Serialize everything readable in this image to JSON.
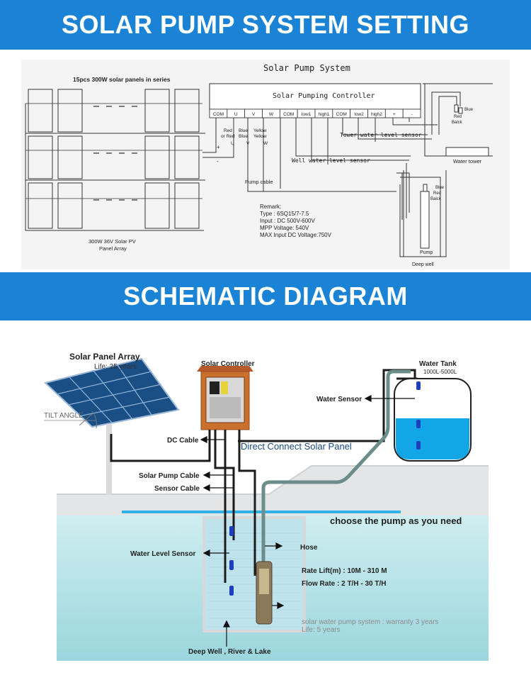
{
  "banners": {
    "top": "SOLAR PUMP SYSTEM SETTING",
    "middle": "SCHEMATIC DIAGRAM"
  },
  "wiring": {
    "title": "Solar Pump System",
    "panels_label": "15pcs 300W solar panels in series",
    "array_label_1": "300W 36V Solar PV",
    "array_label_2": "Panel Array",
    "controller": "Solar Pumping Controller",
    "terminals": [
      "COM",
      "U",
      "V",
      "W",
      "COM",
      "low1",
      "high1",
      "COM",
      "low2",
      "high2",
      "+",
      "-"
    ],
    "wire_labels": {
      "red": "Red",
      "or_red": "or Red",
      "blue": "Blue",
      "blue2": "Blue",
      "yellow": "Yellow",
      "yellow2": "Yellow",
      "u": "U",
      "v": "V",
      "w": "W",
      "plus": "+",
      "minus": "-"
    },
    "tower_sensor": "Tower water level sensor",
    "well_sensor": "Well water level sensor",
    "pump_cable": "Pump cable",
    "water_tower": "Water tower",
    "deep_well": "Deep well",
    "pump": "Pump",
    "tower_wires": {
      "blue": "Blue",
      "red": "Red",
      "black": "Balck"
    },
    "well_wires": {
      "blue": "Blue",
      "red": "Red",
      "black": "Balck"
    },
    "remark": {
      "heading": "Remark:",
      "type": "Type : 6SQ15/7-7.5",
      "input": "Input : DC 500V-600V",
      "mpp": "MPP Voltage: 540V",
      "max": "MAX Input DC Voltage:750V"
    }
  },
  "schematic": {
    "solar_array": "Solar Panel Array",
    "solar_life": "Life:  25 years",
    "tilt_angle": "TILT ANGLE",
    "controller": "Solar Controller",
    "water_tank": "Water Tank",
    "tank_capacity": "1000L-5000L",
    "water_sensor": "Water Sensor",
    "dc_cable": "DC Cable",
    "direct_connect": "Direct Connect Solar Panel",
    "solar_pump_cable": "Solar Pump Cable",
    "sensor_cable": "Sensor Cable",
    "choose_pump": "choose the pump as you need",
    "water_level_sensor": "Water Level Sensor",
    "hose": "Hose",
    "rate_lift": "Rate Lift(m) : 10M - 310 M",
    "flow_rate": "Flow Rate : 2 T/H - 30 T/H",
    "warranty": "solar water pump system : warranty 3 years",
    "pump_life": "Life: 5 years",
    "deep_well": "Deep Well , River & Lake"
  }
}
